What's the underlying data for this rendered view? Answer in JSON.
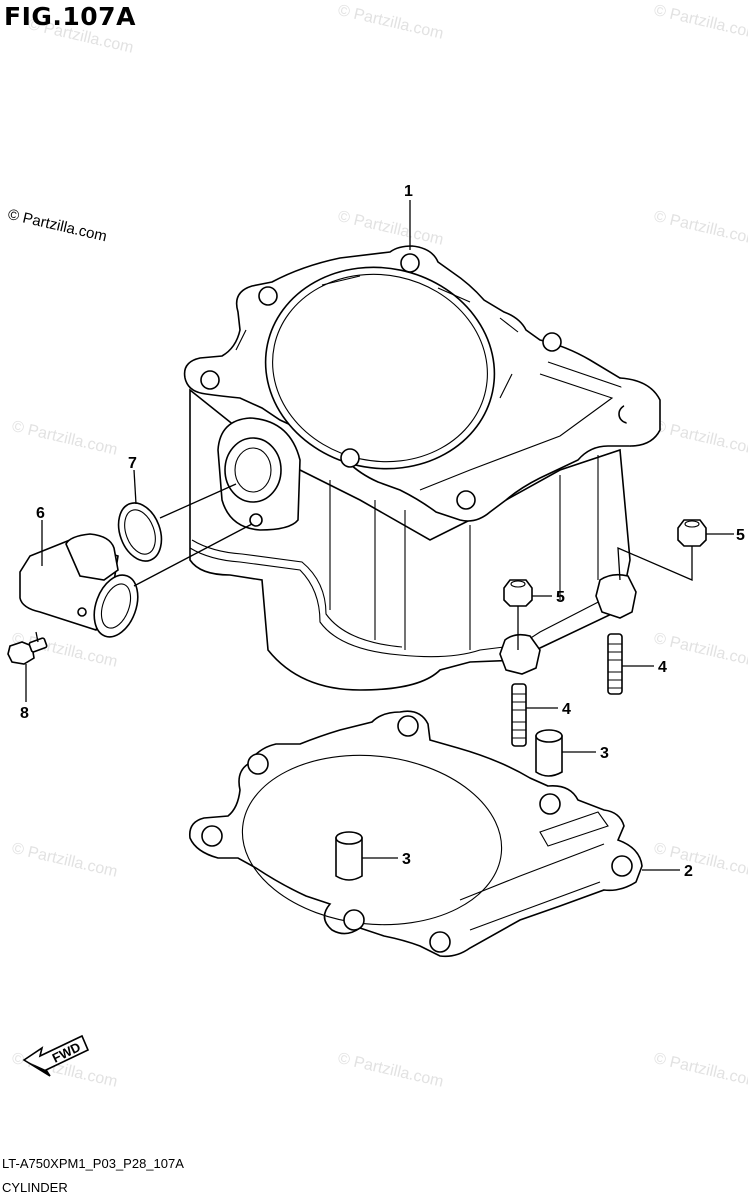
{
  "title": "FIG.107A",
  "footer": {
    "code": "LT-A750XPM1_P03_P28_107A",
    "name": "CYLINDER"
  },
  "copyright": "© Partzilla.com",
  "watermark": "© Partzilla.com",
  "fwd_label": "FWD",
  "callouts": {
    "c1": "1",
    "c2": "2",
    "c3a": "3",
    "c3b": "3",
    "c4a": "4",
    "c4b": "4",
    "c5a": "5",
    "c5b": "5",
    "c6": "6",
    "c7": "7",
    "c8": "8"
  }
}
